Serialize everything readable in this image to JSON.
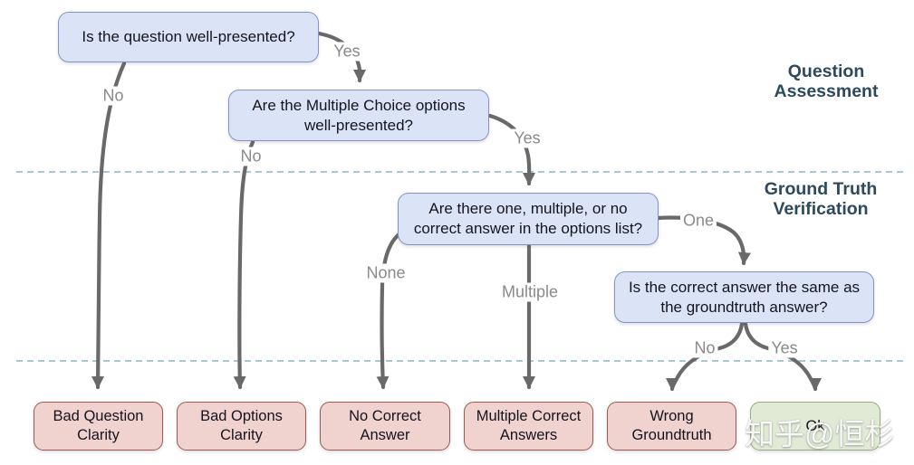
{
  "section_titles": [
    {
      "label": "Question Assessment"
    },
    {
      "label": "Ground Truth Verification"
    }
  ],
  "decisions": [
    {
      "text": "Is the question well-presented?"
    },
    {
      "text": "Are the Multiple Choice options well-presented?"
    },
    {
      "text": "Are there one, multiple, or no correct answer in the options list?"
    },
    {
      "text": "Is the correct answer the same as the groundtruth answer?"
    }
  ],
  "outcomes": [
    {
      "text": "Bad Question Clarity",
      "type": "bad"
    },
    {
      "text": "Bad Options Clarity",
      "type": "bad"
    },
    {
      "text": "No Correct Answer",
      "type": "bad"
    },
    {
      "text": "Multiple Correct Answers",
      "type": "bad"
    },
    {
      "text": "Wrong Groundtruth",
      "type": "bad"
    },
    {
      "text": "Ok",
      "type": "ok"
    }
  ],
  "edge_labels": [
    "No",
    "Yes",
    "No",
    "Yes",
    "None",
    "Multiple",
    "One",
    "No",
    "Yes"
  ],
  "watermark": "知乎@恒杉",
  "colors": {
    "decision_fill": "#dbe4f7",
    "decision_border": "#8292c8",
    "outcome_bad_fill": "#f0d2cf",
    "outcome_bad_border": "#9c5850",
    "outcome_ok_fill": "#e0ead4",
    "outcome_ok_border": "#96ab83",
    "arrow": "#696969",
    "edge_label_text": "#8a8a8a",
    "section_title_text": "#2d495c",
    "divider": "#8ab6ca"
  }
}
